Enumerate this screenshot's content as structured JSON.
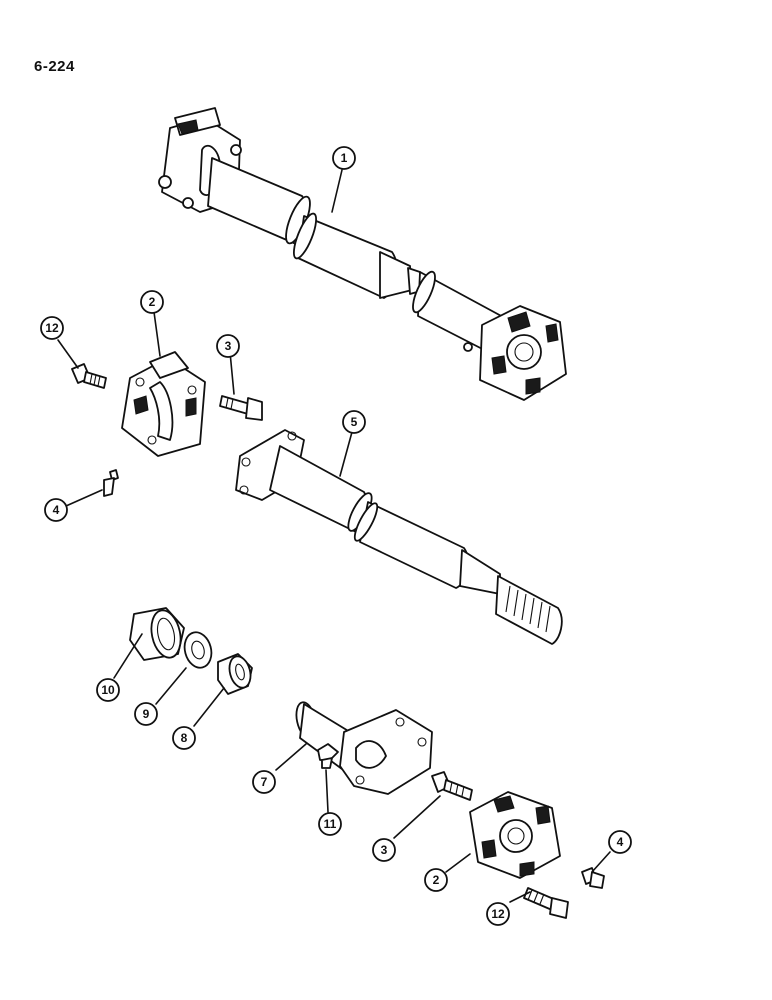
{
  "page": {
    "number": "6-224"
  },
  "callouts": [
    {
      "id": "c1",
      "label": "1"
    },
    {
      "id": "c2a",
      "label": "2"
    },
    {
      "id": "c12a",
      "label": "12"
    },
    {
      "id": "c3a",
      "label": "3"
    },
    {
      "id": "c5",
      "label": "5"
    },
    {
      "id": "c4a",
      "label": "4"
    },
    {
      "id": "c10",
      "label": "10"
    },
    {
      "id": "c9",
      "label": "9"
    },
    {
      "id": "c8",
      "label": "8"
    },
    {
      "id": "c7",
      "label": "7"
    },
    {
      "id": "c11",
      "label": "11"
    },
    {
      "id": "c3b",
      "label": "3"
    },
    {
      "id": "c4b",
      "label": "4"
    },
    {
      "id": "c2b",
      "label": "2"
    },
    {
      "id": "c12b",
      "label": "12"
    }
  ]
}
